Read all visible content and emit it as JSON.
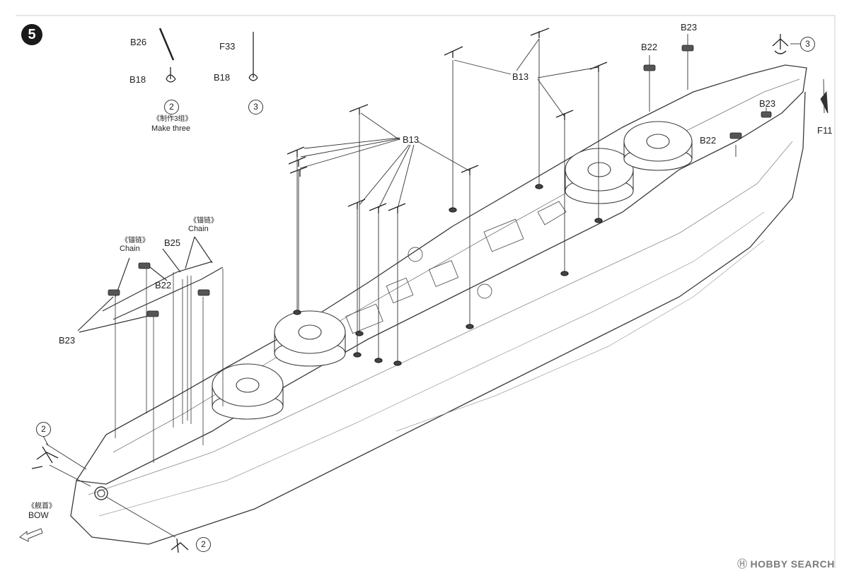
{
  "step_number": "5",
  "parts": {
    "b26": "B26",
    "b18": "B18",
    "f33": "F33",
    "b13": "B13",
    "b22": "B22",
    "b23": "B23",
    "b25": "B25",
    "f11": "F11"
  },
  "sub_assemblies": {
    "two": "2",
    "three": "3"
  },
  "notes": {
    "make_three_cn": "《制作3组》",
    "make_three_en": "Make three",
    "chain_cn": "《锚链》",
    "chain_en": "Chain",
    "bow_cn": "《舰首》",
    "bow_en": "BOW"
  },
  "watermark": {
    "text": "HOBBY SEARCH",
    "mark": "Ⓗ"
  },
  "icons": {
    "step": "step-number-badge",
    "ship": "battleship-hull-illustration",
    "anchor": "anchor-icon",
    "boat-davit": "davit-icon",
    "bow-arrow": "bow-direction-arrow-icon"
  }
}
